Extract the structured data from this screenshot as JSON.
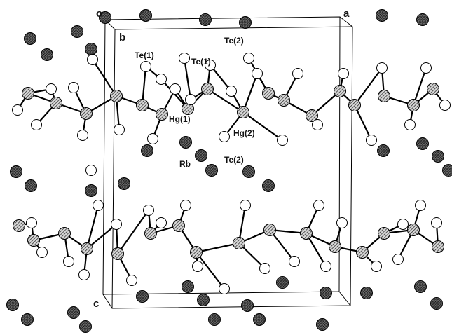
{
  "figure": {
    "type": "crystal-structure",
    "axes": {
      "origin": "o",
      "a": "a",
      "b": "b",
      "c": "c"
    },
    "labels": {
      "te1_a": "Te(1)",
      "te1_b": "Te(1)",
      "te2_a": "Te(2)",
      "hg1": "Hg(1)",
      "hg2": "Hg(2)",
      "rb": "Rb",
      "te2_b": "Te(2)"
    },
    "atom_types": {
      "Te": {
        "fill": "#ffffff",
        "stroke": "#000000"
      },
      "Hg": {
        "fill": "#9a9a9a",
        "stroke": "#000000",
        "pattern": "diagonal-hatch"
      },
      "Rb": {
        "fill": "#3a3a3a",
        "stroke": "#000000",
        "pattern": "cross-hatch"
      }
    },
    "colors": {
      "bond": "#000000",
      "cell": "#000000",
      "background": "#ffffff"
    }
  }
}
